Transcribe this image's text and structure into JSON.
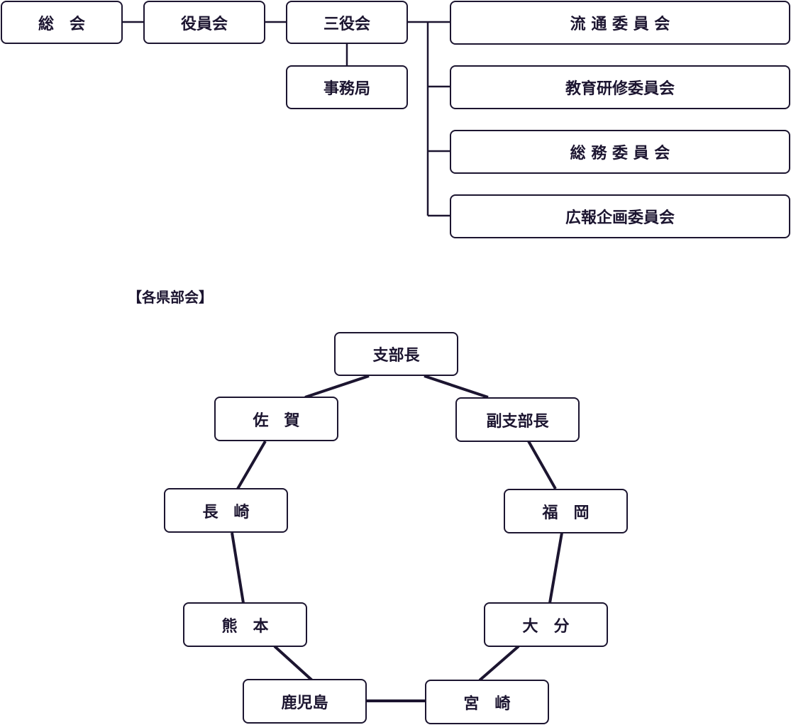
{
  "org_chart": {
    "general_meeting": "総　会",
    "board": "役員会",
    "three_officers": "三役会",
    "secretariat": "事務局",
    "committees": [
      "流 通 委 員 会",
      "教育研修委員会",
      "総 務 委 員 会",
      "広報企画委員会"
    ]
  },
  "prefecture_section": {
    "heading": "【各県部会】",
    "nodes": {
      "branch_head": "支部長",
      "vice_branch_head": "副支部長",
      "fukuoka": "福　岡",
      "oita": "大　分",
      "miyazaki": "宮　崎",
      "kagoshima": "鹿児島",
      "kumamoto": "熊　本",
      "nagasaki": "長　崎",
      "saga": "佐　賀"
    }
  },
  "colors": {
    "line": "#1c1530",
    "box_border": "#1c1530",
    "text": "#1c1530",
    "background": "#ffffff"
  }
}
